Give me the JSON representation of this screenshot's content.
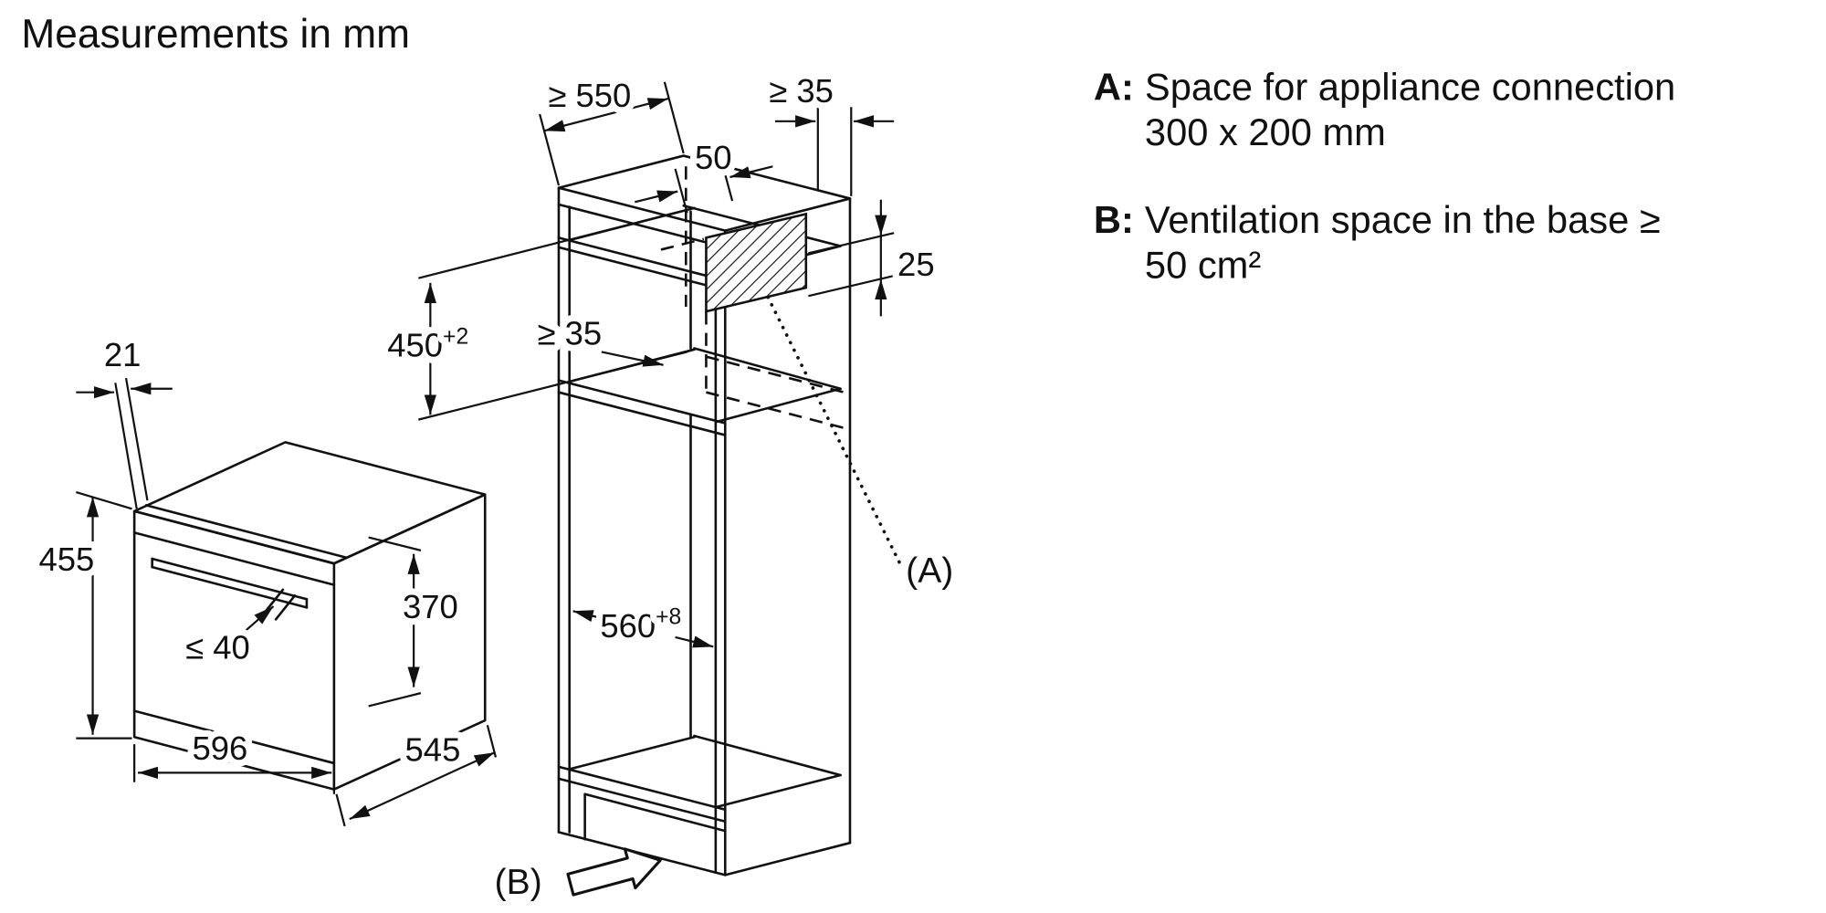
{
  "title": "Measurements in mm",
  "legend": {
    "items": [
      {
        "key": "A:",
        "line1": "Space for appliance connection",
        "line2": "300 x 200 mm"
      },
      {
        "key": "B:",
        "line1": "Ventilation space in the base ≥",
        "line2": "50 cm²"
      }
    ]
  },
  "oven": {
    "frame_depth": "21",
    "height": "455",
    "handle_depth": "≤ 40",
    "cavity_height": "370",
    "width": "596",
    "depth": "545"
  },
  "cabinet": {
    "top_depth": "≥ 550",
    "top_rear_gap": "≥ 35",
    "connection_offset": "50",
    "connection_drop": "25",
    "niche_height": "450",
    "niche_height_tol": "+2",
    "rear_vent_gap": "≥ 35",
    "niche_width": "560",
    "niche_width_tol": "+8",
    "label_a": "(A)",
    "label_b": "(B)"
  },
  "colors": {
    "line": "#111111",
    "background": "#ffffff"
  }
}
